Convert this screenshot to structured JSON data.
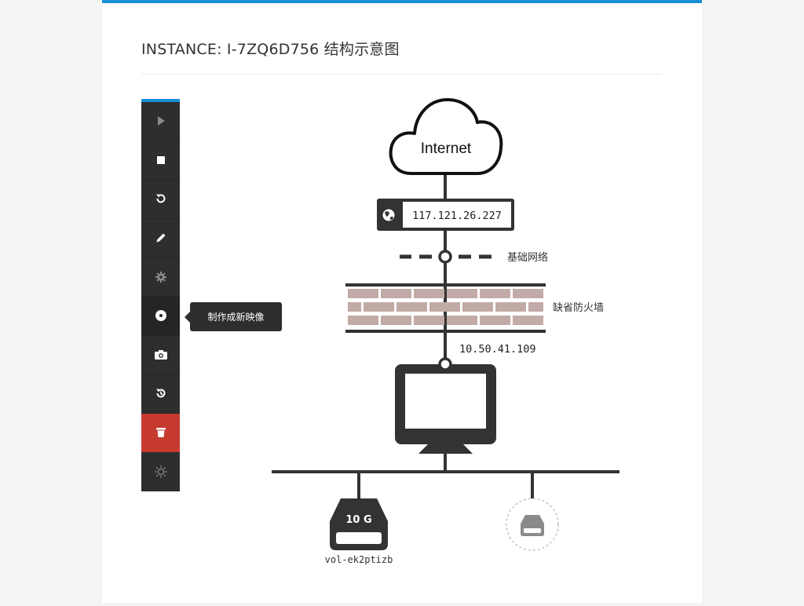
{
  "page": {
    "title": "INSTANCE: I-7ZQ6D756 结构示意图"
  },
  "toolbar": {
    "items": [
      {
        "name": "start",
        "icon": "play-icon"
      },
      {
        "name": "stop",
        "icon": "stop-icon"
      },
      {
        "name": "restart",
        "icon": "restart-icon"
      },
      {
        "name": "edit",
        "icon": "pencil-icon"
      },
      {
        "name": "settings",
        "icon": "gear-icon"
      },
      {
        "name": "create-image",
        "icon": "disc-icon"
      },
      {
        "name": "snapshot",
        "icon": "camera-icon"
      },
      {
        "name": "history",
        "icon": "history-icon"
      },
      {
        "name": "delete",
        "icon": "trash-icon"
      },
      {
        "name": "brightness",
        "icon": "sun-icon"
      }
    ],
    "tooltip": "制作成新映像"
  },
  "diagram": {
    "internet_label": "Internet",
    "public_ip": "117.121.26.227",
    "network_label": "基础网络",
    "firewall_label": "缺省防火墙",
    "private_ip": "10.50.41.109",
    "volume": {
      "size": "10 G",
      "id": "vol-ek2ptizb"
    }
  },
  "colors": {
    "accent": "#1a8fd8",
    "danger": "#c63a30",
    "dark": "#333333",
    "brick": "#c2aaa6"
  }
}
